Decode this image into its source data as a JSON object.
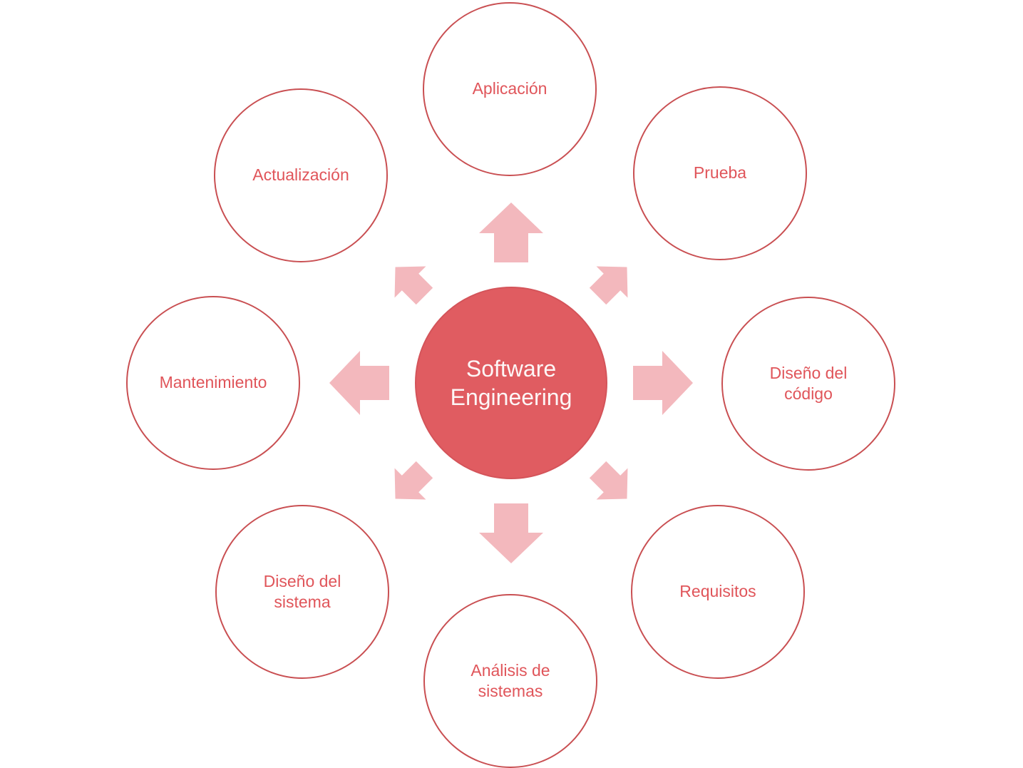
{
  "diagram_title": "Software Engineering",
  "colors": {
    "background": "#ffffff",
    "center_fill": "#e05c61",
    "center_border": "#d4545a",
    "center_text": "#fdf6f6",
    "arrow_fill": "#f3b8bd",
    "node_fill": "#ffffff",
    "node_border": "#c94f52",
    "node_text": "#e0555a"
  },
  "center": {
    "label": "Software Engineering"
  },
  "nodes": [
    {
      "label": "Aplicación",
      "position": "top"
    },
    {
      "label": "Prueba",
      "position": "top-right"
    },
    {
      "label": "Diseño del código",
      "position": "right"
    },
    {
      "label": "Requisitos",
      "position": "bottom-right"
    },
    {
      "label": "Análisis de sistemas",
      "position": "bottom"
    },
    {
      "label": "Diseño del sistema",
      "position": "bottom-left"
    },
    {
      "label": "Mantenimiento",
      "position": "left"
    },
    {
      "label": "Actualización",
      "position": "top-left"
    }
  ],
  "arrows": [
    {
      "direction": "up"
    },
    {
      "direction": "up-right"
    },
    {
      "direction": "right"
    },
    {
      "direction": "down-right"
    },
    {
      "direction": "down"
    },
    {
      "direction": "down-left"
    },
    {
      "direction": "left"
    },
    {
      "direction": "up-left"
    }
  ]
}
